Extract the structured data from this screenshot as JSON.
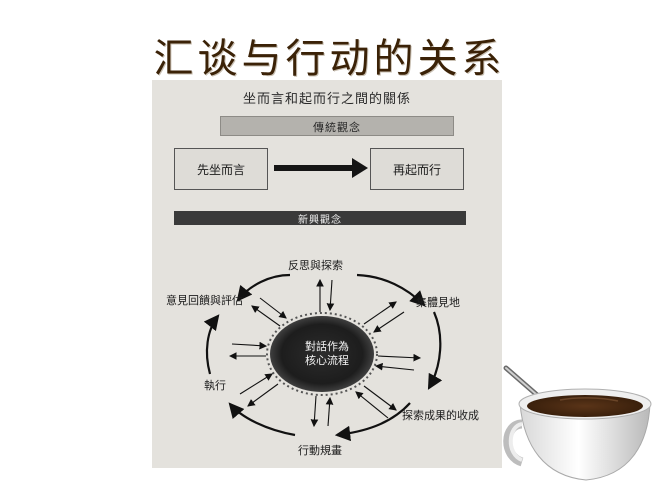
{
  "slide": {
    "title": "汇谈与行动的关系"
  },
  "diagram": {
    "title": "坐而言和起而行之間的關係",
    "traditional_label": "傳統觀念",
    "left_box": "先坐而言",
    "right_box": "再起而行",
    "new_label": "新興觀念",
    "core_line1": "對話作為",
    "core_line2": "核心流程",
    "stages": {
      "top": "反思與探索",
      "top_right": "集體見地",
      "bottom_right": "探索成果的收成",
      "bottom": "行動規畫",
      "left": "執行",
      "top_left": "意見回饋與評估"
    }
  },
  "colors": {
    "title": "#3b2207",
    "scan_background": "#e4e2dd",
    "dark_bar": "#3a3a3a",
    "coffee": "#4a2a12"
  }
}
